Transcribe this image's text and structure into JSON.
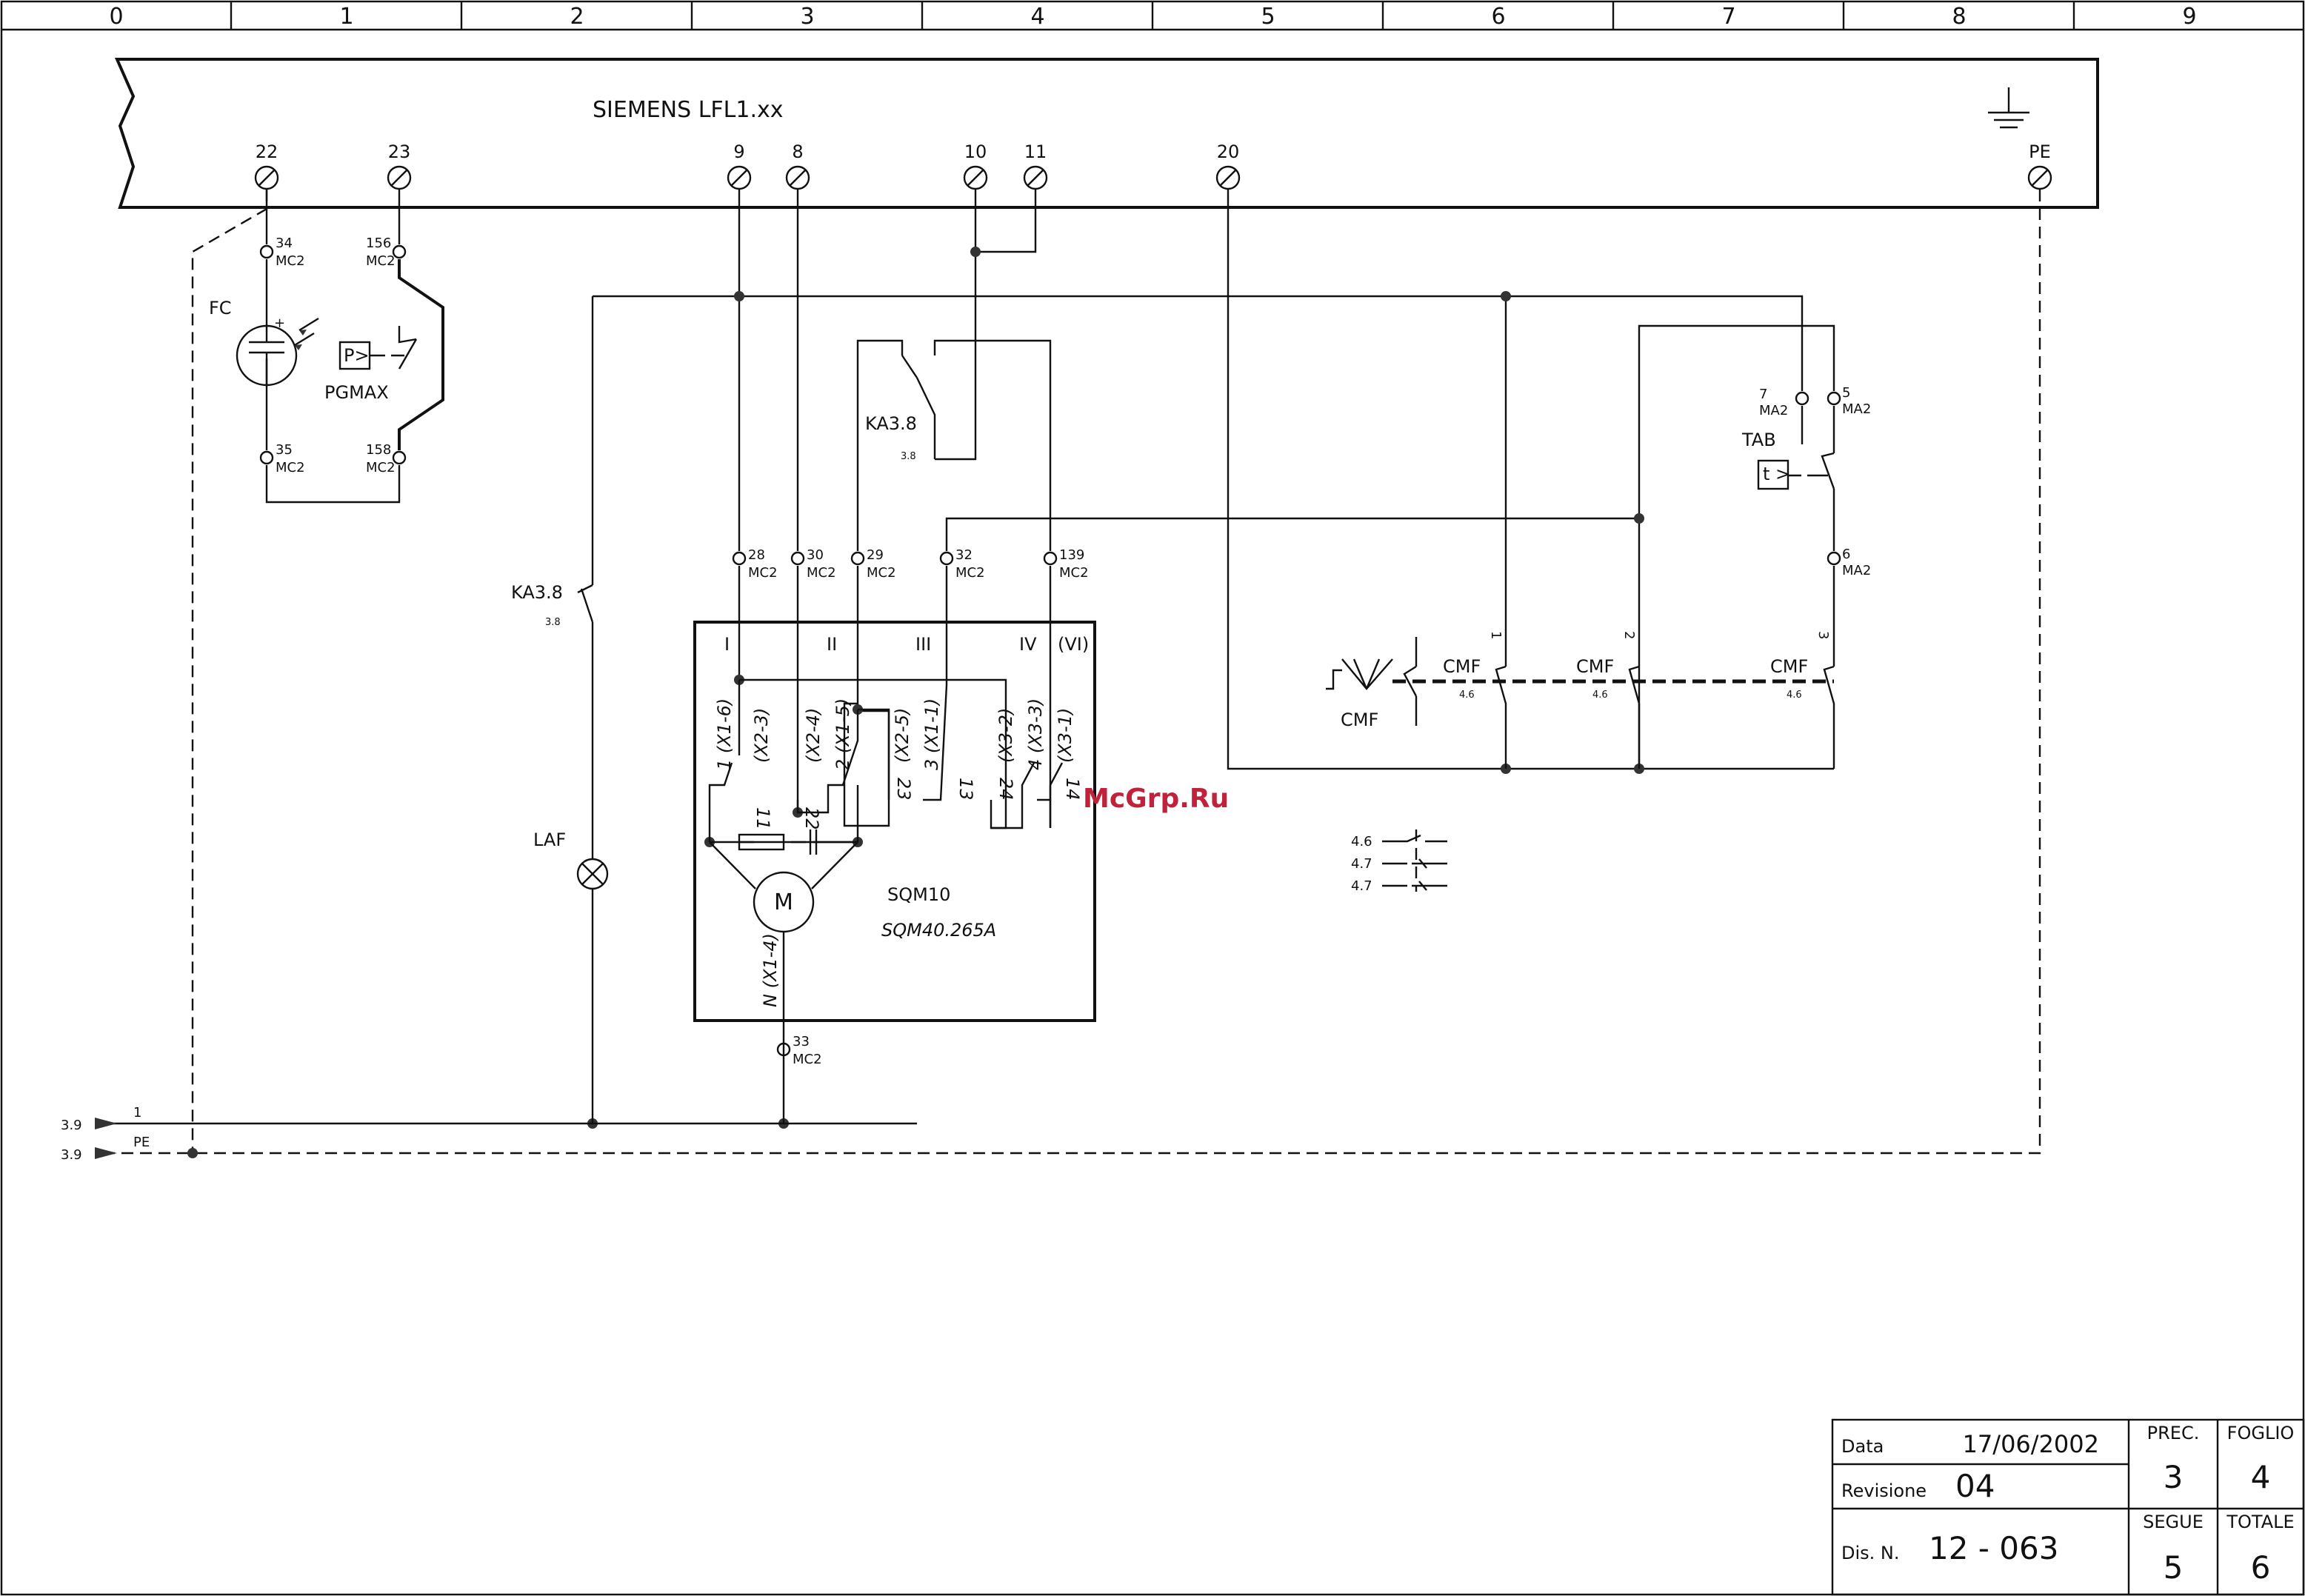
{
  "zones": [
    "0",
    "1",
    "2",
    "3",
    "4",
    "5",
    "6",
    "7",
    "8",
    "9"
  ],
  "controller": {
    "name": "SIEMENS LFL1.xx"
  },
  "terminals": [
    {
      "id": "t22",
      "label": "22"
    },
    {
      "id": "t23",
      "label": "23"
    },
    {
      "id": "t9",
      "label": "9"
    },
    {
      "id": "t8",
      "label": "8"
    },
    {
      "id": "t10",
      "label": "10"
    },
    {
      "id": "t11",
      "label": "11"
    },
    {
      "id": "t20",
      "label": "20"
    },
    {
      "id": "tpe",
      "label": "PE"
    }
  ],
  "connectors": [
    {
      "n": "34",
      "m": "MC2"
    },
    {
      "n": "156",
      "m": "MC2"
    },
    {
      "n": "35",
      "m": "MC2"
    },
    {
      "n": "158",
      "m": "MC2"
    },
    {
      "n": "28",
      "m": "MC2"
    },
    {
      "n": "30",
      "m": "MC2"
    },
    {
      "n": "29",
      "m": "MC2"
    },
    {
      "n": "32",
      "m": "MC2"
    },
    {
      "n": "139",
      "m": "MC2"
    },
    {
      "n": "33",
      "m": "MC2"
    },
    {
      "n": "7",
      "m": "MA2"
    },
    {
      "n": "5",
      "m": "MA2"
    },
    {
      "n": "6",
      "m": "MA2"
    }
  ],
  "labels": {
    "fc": "FC",
    "fc_plus": "+",
    "pgmax": "PGMAX",
    "pressure": "P>",
    "ka_top": "KA3.8",
    "ka_top_ref": "3.8",
    "ka_left": "KA3.8",
    "ka_left_ref": "3.8",
    "laf": "LAF",
    "tab": "TAB",
    "timer": "t >",
    "motor": "M",
    "sqm": "SQM10",
    "sqm_model": "SQM40.265A",
    "cmf": "CMF",
    "cmf_a": "CMF",
    "cmf_b": "CMF",
    "cmf_c": "CMF",
    "cmf_ref_a": "4.6",
    "cmf_ref_b": "4.6",
    "cmf_ref_c": "4.6",
    "cmf_num1": "1",
    "cmf_num2": "2",
    "cmf_num3": "3",
    "xref": [
      "4.6",
      "4.7",
      "4.7"
    ],
    "rail_1": "1",
    "rail_pe": "PE",
    "rail_ref1": "3.9",
    "rail_ref2": "3.9",
    "watermark": "McGrp.Ru"
  },
  "cams": {
    "roman": [
      "I",
      "II",
      "III",
      "IV",
      "(VI)"
    ],
    "contacts": [
      "1 (X1-6)",
      "(X2-3)",
      "(X2-4)",
      "2 (X1-5)",
      "(X2-5)",
      "3 (X1-1)",
      "(X3-2)",
      "4 (X3-3)",
      "(X3-1)"
    ],
    "nums": [
      "11",
      "22",
      "23",
      "13",
      "24",
      "14"
    ],
    "neutral": "N (X1-4)"
  },
  "title_block": {
    "data_label": "Data",
    "data_value": "17/06/2002",
    "rev_label": "Revisione",
    "rev_value": "04",
    "dis_label": "Dis. N.",
    "dis_value": "12 - 063",
    "prec_label": "PREC.",
    "prec_value": "3",
    "foglio_label": "FOGLIO",
    "foglio_value": "4",
    "segue_label": "SEGUE",
    "segue_value": "5",
    "totale_label": "TOTALE",
    "totale_value": "6"
  }
}
